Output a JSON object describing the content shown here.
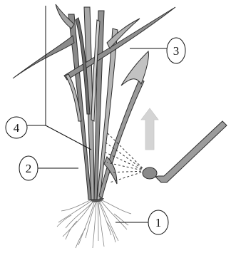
{
  "diagram": {
    "callouts": [
      {
        "id": "1",
        "label": "1"
      },
      {
        "id": "2",
        "label": "2"
      },
      {
        "id": "3",
        "label": "3"
      },
      {
        "id": "4",
        "label": "4"
      }
    ],
    "colors": {
      "leaf": "#8a8a8a",
      "leaf_light": "#c8c8c8",
      "outline": "#2e2e2e",
      "arrow": "#d4d4d4",
      "pipe": "#9c9c9c",
      "root": "#6f6f6f"
    }
  }
}
